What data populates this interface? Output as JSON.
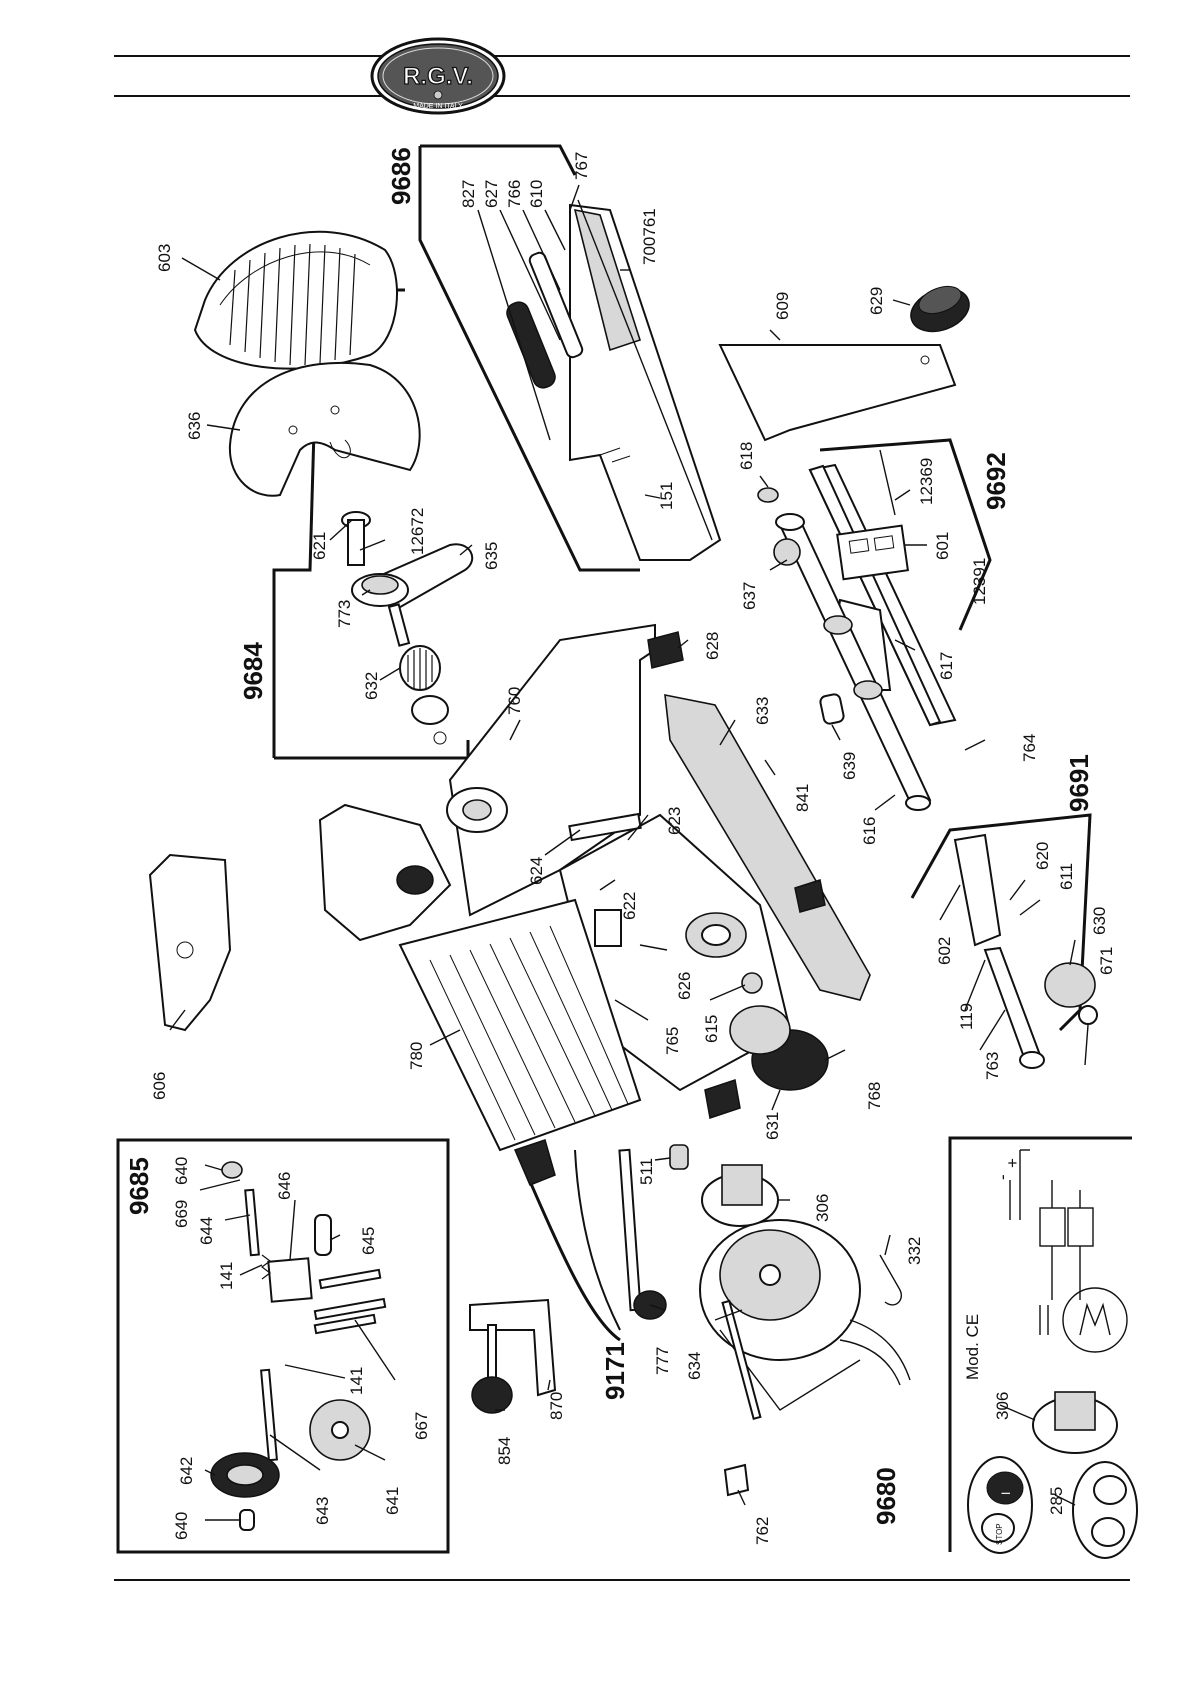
{
  "brand": {
    "logo_text": "R.G.V.",
    "logo_subtext": "MADE IN ITALY"
  },
  "group_labels": {
    "g9686": "9686",
    "g9692": "9692",
    "g9684": "9684",
    "g9691": "9691",
    "g9685": "9685",
    "g9171": "9171",
    "g9680": "9680"
  },
  "part_labels": {
    "p603": "603",
    "p636": "636",
    "p827": "827",
    "p627": "627",
    "p766": "766",
    "p610": "610",
    "p767": "767",
    "p700761": "700761",
    "p609": "609",
    "p629": "629",
    "p151": "151",
    "p618": "618",
    "p12369": "12369",
    "p601": "601",
    "p12391": "12391",
    "p621": "621",
    "p12672": "12672",
    "p635": "635",
    "p773": "773",
    "p632": "632",
    "p637": "637",
    "p628": "628",
    "p760": "760",
    "p633": "633",
    "p617": "617",
    "p639": "639",
    "p841": "841",
    "p764": "764",
    "p616": "616",
    "p623": "623",
    "p624": "624",
    "p622": "622",
    "p620": "620",
    "p611": "611",
    "p602": "602",
    "p630": "630",
    "p606": "606",
    "p626": "626",
    "p615": "615",
    "p119": "119",
    "p671": "671",
    "p780": "780",
    "p765": "765",
    "p763": "763",
    "p768": "768",
    "p631": "631",
    "p640a": "640",
    "p669": "669",
    "p644": "644",
    "p646": "646",
    "p645": "645",
    "p141a": "141",
    "p141b": "141",
    "p667": "667",
    "p642": "642",
    "p643": "643",
    "p641": "641",
    "p640b": "640",
    "p511": "511",
    "p306a": "306",
    "p332": "332",
    "p777": "777",
    "p634": "634",
    "p870": "870",
    "p854": "854",
    "p762": "762",
    "p306b": "306",
    "p285": "285"
  },
  "schematic": {
    "title": "Mod. CE",
    "plus": "+",
    "minus": "-"
  },
  "switch_text": {
    "on": "I",
    "off": "STOP"
  }
}
